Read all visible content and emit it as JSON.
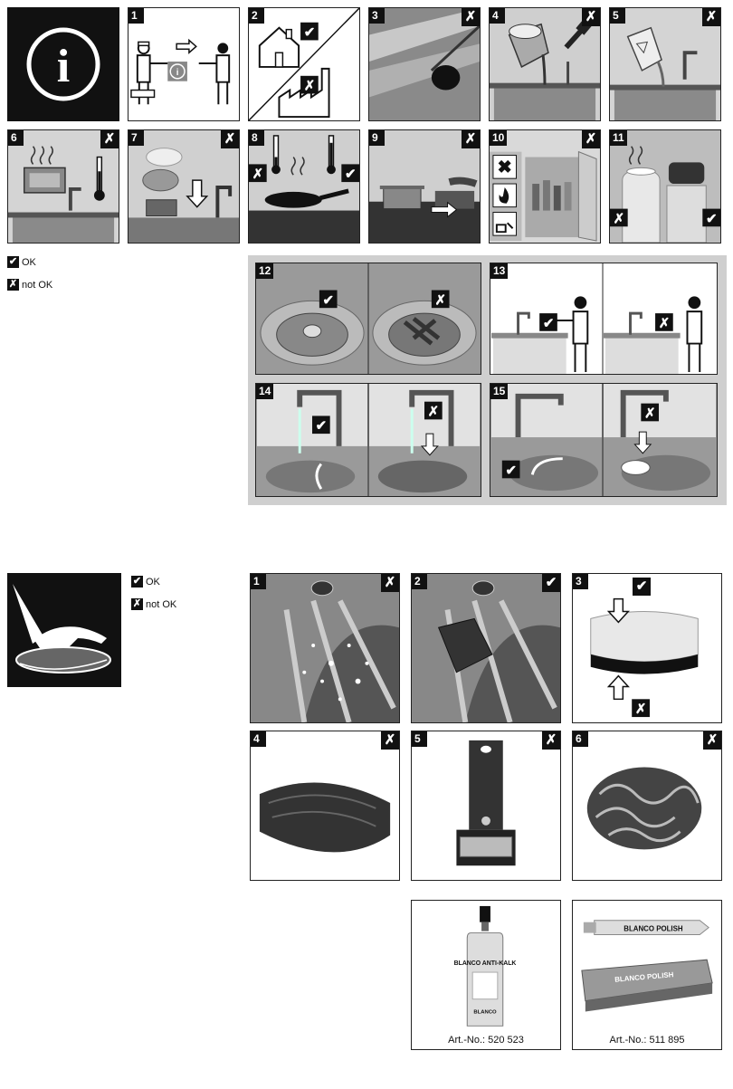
{
  "check_glyph": "✔",
  "cross_glyph": "✗",
  "top_section": {
    "info_glyph": "i",
    "panels": [
      {
        "num": "1",
        "mark": ""
      },
      {
        "num": "2",
        "mark": ""
      },
      {
        "num": "3",
        "mark": "✗"
      },
      {
        "num": "4",
        "mark": "✗"
      },
      {
        "num": "5",
        "mark": "✗"
      },
      {
        "num": "6",
        "mark": "✗"
      },
      {
        "num": "7",
        "mark": "✗"
      },
      {
        "num": "8",
        "mark": ""
      },
      {
        "num": "9",
        "mark": "✗"
      },
      {
        "num": "10",
        "mark": "✗"
      },
      {
        "num": "11",
        "mark": ""
      },
      {
        "num": "12",
        "mark": ""
      },
      {
        "num": "13",
        "mark": ""
      },
      {
        "num": "14",
        "mark": ""
      },
      {
        "num": "15",
        "mark": ""
      }
    ]
  },
  "legend": {
    "ok_label": "OK",
    "not_ok_label": "not OK"
  },
  "bottom_section": {
    "panels": [
      {
        "num": "1",
        "mark": "✗"
      },
      {
        "num": "2",
        "mark": "✔"
      },
      {
        "num": "3",
        "mark": "✔"
      },
      {
        "num": "4",
        "mark": "✗"
      },
      {
        "num": "5",
        "mark": "✗"
      },
      {
        "num": "6",
        "mark": "✗"
      }
    ],
    "products": [
      {
        "name": "BLANCO ANTI-KALK",
        "brand": "BLANCO",
        "art_no": "Art.-No.: 520 523"
      },
      {
        "name": "BLANCO POLISH",
        "art_no": "Art.-No.: 511 895"
      }
    ]
  }
}
